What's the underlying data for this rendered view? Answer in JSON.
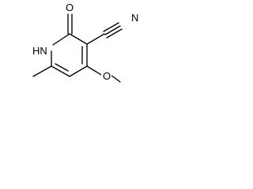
{
  "molecule": {
    "atoms": {
      "oxo_oxygen": "O",
      "ring_nitrogen": "HN",
      "nitrile_nitrogen": "N",
      "methoxy_oxygen": "O"
    },
    "colors": {
      "bond": "#000000",
      "label": "#000000",
      "background": "#ffffff"
    }
  }
}
